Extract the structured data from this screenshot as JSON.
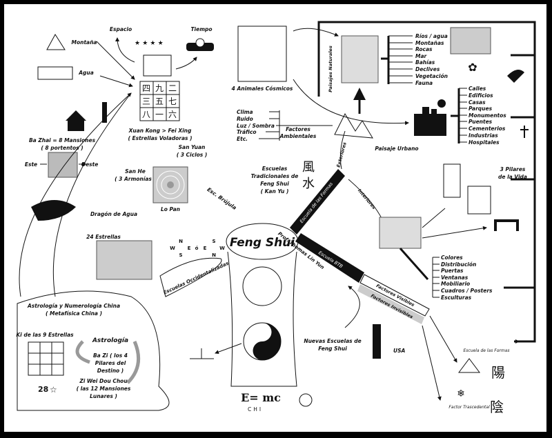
{
  "center": {
    "title": "Feng Shui"
  },
  "top_left": {
    "espacio": "Espacio",
    "tiempo": "Tiempo",
    "montana": "Montaña",
    "agua": "Agua",
    "lo_shu_grid": [
      "四",
      "九",
      "二",
      "三",
      "五",
      "七",
      "八",
      "一",
      "六"
    ],
    "xuan_kong": "Xuan Kong > Fei Xing",
    "estrellas_voladoras": "( Estrellas Voladoras )",
    "san_yuan": "San Yuan",
    "tres_ciclos": "( 3 Ciclos )",
    "ba_zhai": "Ba Zhai = 8 Mansiones",
    "ocho_portentos": "( 8 portentos )",
    "este": "Este",
    "oeste": "Oeste",
    "san_he": "San He",
    "tres_armonias": "( 3 Armonías )",
    "lo_pan": "Lo Pan",
    "dragon": "Dragón de Agua",
    "estrellas_24": "24 Estrellas",
    "esc_brujula": "Esc. Brújula",
    "compass_left": {
      "n": "N",
      "s": "S",
      "e": "E",
      "w": "W"
    },
    "compass_or": "ó",
    "compass_right": {
      "n": "N",
      "s": "S",
      "e": "E",
      "w": "W"
    }
  },
  "traditional": {
    "line1": "Escuelas",
    "line2": "Tradicionales de",
    "line3": "Feng Shui",
    "line4": "( Kan Yu )",
    "chars": [
      "風",
      "水"
    ]
  },
  "occidental": {
    "label": "Escuelas Occidentalizadas"
  },
  "astrology": {
    "title": "Astrología y Numerología China",
    "subtitle": "( Metafísica China )",
    "ki": "Ki de las 9 Estrellas",
    "count": "28",
    "star": "☆",
    "astrologia": "Astrología",
    "ba_zi": [
      "Ba Zi ( los 4",
      "Pilares del",
      "Destino )"
    ],
    "zi_wei": [
      "Zi Wei Dou Chou",
      "( las 12 Mansiones",
      "Lunares )"
    ]
  },
  "bottom": {
    "formula": "E= mc",
    "chi": "CHI",
    "nuevas": [
      "Nuevas Escuelas de",
      "Feng Shui"
    ],
    "prof": "Prof. Thomas Lin Yun",
    "usa": "USA"
  },
  "branches": {
    "formas": "Escuela de las Formas",
    "btb": "Escuela BTB",
    "exteriores": "Exteriores",
    "interiores": "Interiores",
    "visibles": "Factores Visibles",
    "invisibles": "Factores Invisibles"
  },
  "animals": {
    "label": "4 Animales Cósmicos"
  },
  "ambientales": {
    "items": [
      "Clima",
      "Ruido",
      "Luz / Sombra",
      "Tráfico",
      "Etc."
    ],
    "label": [
      "Factores",
      "Ambientales"
    ]
  },
  "naturales": {
    "label": "Paisajes Naturales",
    "items": [
      "Ríos / agua",
      "Montañas",
      "Rocas",
      "Mar",
      "Bahías",
      "Declives",
      "Vegetación",
      "Fauna"
    ]
  },
  "urbano": {
    "label": "Paisaje Urbano",
    "items": [
      "Calles",
      "Edificios",
      "Casas",
      "Parques",
      "Monumentos",
      "Puentes",
      "Cementerios",
      "Industrias",
      "Hospitales"
    ]
  },
  "pilares": [
    "3 Pilares",
    "de la Vida"
  ],
  "interiores_list": [
    "Colores",
    "Distribución",
    "Puertas",
    "Ventanas",
    "Mobiliario",
    "Cuadros / Posters",
    "Esculturas"
  ],
  "right_bottom": {
    "formas": "Escuela de las Formas",
    "trascendental": "Factor Trascedental",
    "yang": "陽",
    "yin": "陰"
  }
}
